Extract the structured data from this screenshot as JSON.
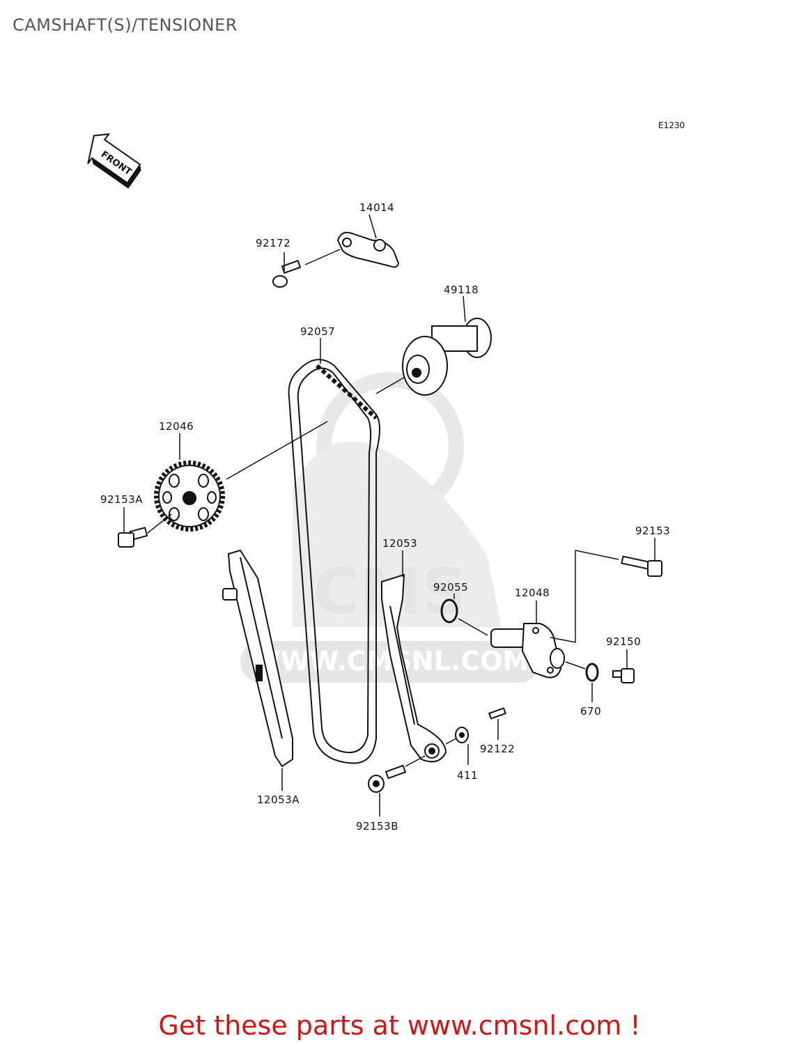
{
  "page": {
    "title": "CAMSHAFT(S)/TENSIONER",
    "diagram_code": "E1230",
    "front_label": "FRONT"
  },
  "watermark": {
    "brand": "CMS",
    "url": "WWW.CMSNL.COM"
  },
  "parts": [
    {
      "id": "14014",
      "label": "14014"
    },
    {
      "id": "92172",
      "label": "92172"
    },
    {
      "id": "49118",
      "label": "49118"
    },
    {
      "id": "92057",
      "label": "92057"
    },
    {
      "id": "12046",
      "label": "12046"
    },
    {
      "id": "92153A",
      "label": "92153A"
    },
    {
      "id": "92153",
      "label": "92153"
    },
    {
      "id": "12053",
      "label": "12053"
    },
    {
      "id": "92055",
      "label": "92055"
    },
    {
      "id": "12048",
      "label": "12048"
    },
    {
      "id": "92150",
      "label": "92150"
    },
    {
      "id": "670",
      "label": "670"
    },
    {
      "id": "92122",
      "label": "92122"
    },
    {
      "id": "411",
      "label": "411"
    },
    {
      "id": "12053A",
      "label": "12053A"
    },
    {
      "id": "92153B",
      "label": "92153B"
    }
  ],
  "cta": {
    "text": "Get these parts at www.cmsnl.com !"
  },
  "colors": {
    "title": "#555555",
    "cta": "#d21414",
    "line": "#111111",
    "watermark": "#e4e4e4"
  }
}
